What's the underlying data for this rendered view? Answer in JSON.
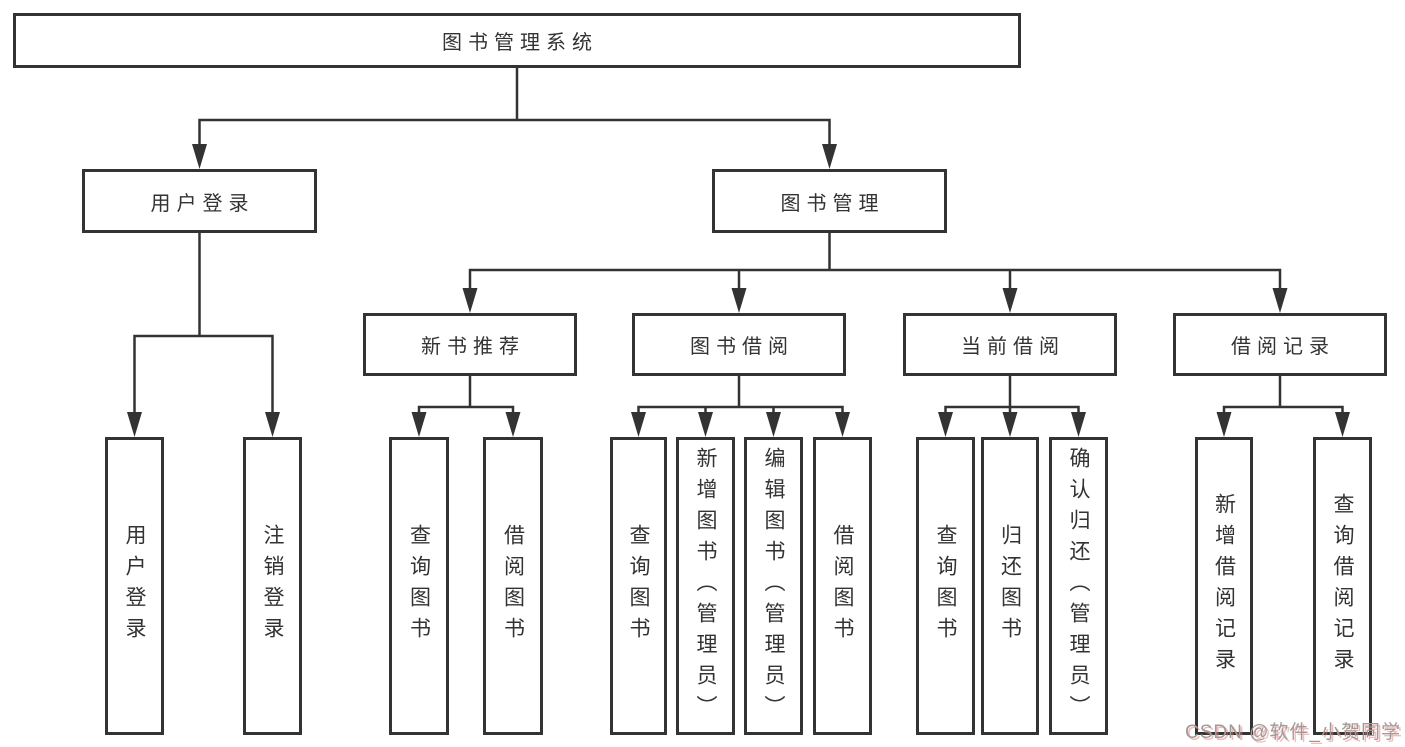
{
  "diagram": {
    "root": {
      "label": "图书管理系统"
    },
    "level2": [
      {
        "label": "用户登录"
      },
      {
        "label": "图书管理"
      }
    ],
    "level3": [
      {
        "label": "新书推荐",
        "parent": "图书管理"
      },
      {
        "label": "图书借阅",
        "parent": "图书管理"
      },
      {
        "label": "当前借阅",
        "parent": "图书管理"
      },
      {
        "label": "借阅记录",
        "parent": "图书管理"
      }
    ],
    "leaves": [
      {
        "label": "用户登录",
        "parent": "用户登录"
      },
      {
        "label": "注销登录",
        "parent": "用户登录"
      },
      {
        "label": "查询图书",
        "parent": "新书推荐"
      },
      {
        "label": "借阅图书",
        "parent": "新书推荐"
      },
      {
        "label": "查询图书",
        "parent": "图书借阅"
      },
      {
        "label": "新增图书（管理员）",
        "parent": "图书借阅"
      },
      {
        "label": "编辑图书（管理员）",
        "parent": "图书借阅"
      },
      {
        "label": "借阅图书",
        "parent": "图书借阅"
      },
      {
        "label": "查询图书",
        "parent": "当前借阅"
      },
      {
        "label": "归还图书",
        "parent": "当前借阅"
      },
      {
        "label": "确认归还（管理员）",
        "parent": "当前借阅"
      },
      {
        "label": "新增借阅记录",
        "parent": "借阅记录"
      },
      {
        "label": "查询借阅记录",
        "parent": "借阅记录"
      }
    ]
  },
  "watermark": {
    "text": "CSDN @软件_小贺同学"
  },
  "colors": {
    "line": "#333333",
    "text": "#333333",
    "background": "#ffffff",
    "watermark_text": "#9c9c9c",
    "watermark_shadow": "#eb786e"
  }
}
